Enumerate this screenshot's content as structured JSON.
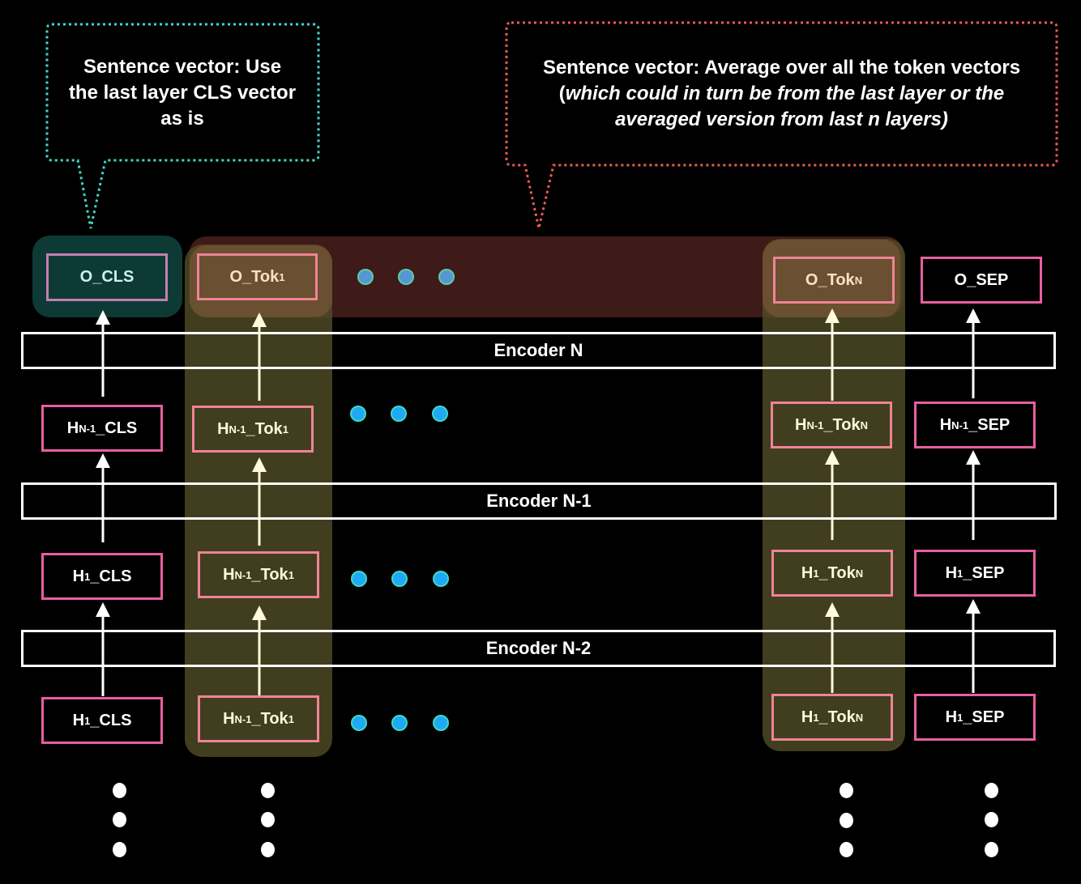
{
  "callouts": {
    "cls": {
      "line1": "Sentence vector: Use",
      "line2": "the last layer CLS vector",
      "line3": "as is",
      "color": "#3fd8c6"
    },
    "avg": {
      "line1": "Sentence vector: Average over all the token vectors",
      "line2_pre": "(",
      "line2_italic": "which could in turn be from the last layer or the",
      "line3_italic": "averaged version from last n layers)",
      "color": "#f05a50"
    }
  },
  "encoders": [
    {
      "label": "Encoder N"
    },
    {
      "label": "Encoder N-1"
    },
    {
      "label": "Encoder N-2"
    }
  ],
  "rows": {
    "output": {
      "cls": {
        "base": "O_CLS",
        "sub": "",
        "suffix": ""
      },
      "tok1": {
        "base": "O_Tok",
        "sub": "1",
        "suffix": ""
      },
      "tokN": {
        "base": "O_Tok",
        "sub": "N",
        "suffix": ""
      },
      "sep": {
        "base": "O_SEP",
        "sub": "",
        "suffix": ""
      }
    },
    "hidden_n1": {
      "cls": {
        "base": "H",
        "sub": "N-1",
        "suffix": "_CLS"
      },
      "tok1": {
        "base": "H",
        "sub": "N-1",
        "suffix": "_Tok",
        "sub2": "1"
      },
      "tokN": {
        "base": "H",
        "sub": "N-1",
        "suffix": "_Tok",
        "sub2": "N"
      },
      "sep": {
        "base": "H",
        "sub": "N-1",
        "suffix": "_SEP"
      }
    },
    "hidden_1a": {
      "cls": {
        "base": "H",
        "sub": "1",
        "suffix": "_CLS"
      },
      "tok1": {
        "base": "H",
        "sub": "N-1",
        "suffix": "_Tok",
        "sub2": "1"
      },
      "tokN": {
        "base": "H",
        "sub": "1",
        "suffix": "_Tok",
        "sub2": "N"
      },
      "sep": {
        "base": "H",
        "sub": "1",
        "suffix": "_SEP"
      }
    },
    "hidden_1b": {
      "cls": {
        "base": "H",
        "sub": "1",
        "suffix": "_CLS"
      },
      "tok1": {
        "base": "H",
        "sub": "N-1",
        "suffix": "_Tok",
        "sub2": "1"
      },
      "tokN": {
        "base": "H",
        "sub": "1",
        "suffix": "_Tok",
        "sub2": "N"
      },
      "sep": {
        "base": "H",
        "sub": "1",
        "suffix": "_SEP"
      }
    }
  },
  "colors": {
    "cls_highlight": "#0e3a36",
    "avg_highlight": "#3e1a18",
    "token_column": "#3f3e22",
    "token_overlap": "#6a5030",
    "node_border": "#e75fa0",
    "token_border": "#ef8397"
  }
}
